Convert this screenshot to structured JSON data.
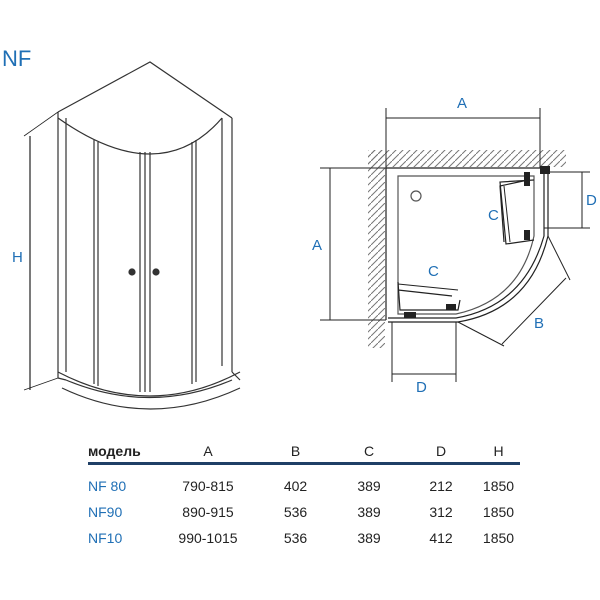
{
  "brand": "NF",
  "labels": {
    "height": "H",
    "a": "A",
    "b": "B",
    "c": "C",
    "d": "D"
  },
  "colors": {
    "label": "#1f6fb5",
    "line": "#222222",
    "table_rule": "#1f3f66"
  },
  "table": {
    "headers": [
      "модель",
      "A",
      "B",
      "C",
      "D",
      "H"
    ],
    "rows": [
      [
        "NF 80",
        "790-815",
        "402",
        "389",
        "212",
        "1850"
      ],
      [
        "NF90",
        "890-915",
        "536",
        "389",
        "312",
        "1850"
      ],
      [
        "NF10",
        "990-1015",
        "536",
        "389",
        "412",
        "1850"
      ]
    ]
  }
}
